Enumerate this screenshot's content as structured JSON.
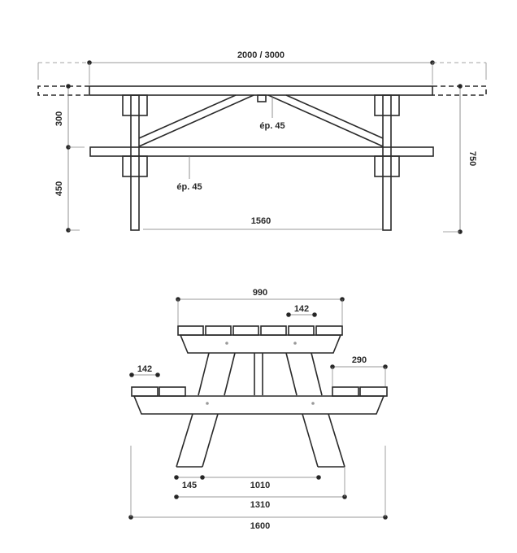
{
  "side_view": {
    "overall_length": "2000 / 3000",
    "leg_spacing": "1560",
    "top_to_seat_height": "300",
    "seat_height": "450",
    "total_height": "750",
    "brace_thickness_label": "ép. 45",
    "seat_thickness_label": "ép. 45"
  },
  "end_view": {
    "top_width": "990",
    "top_board_width": "142",
    "seat_board_width": "142",
    "seat_width": "290",
    "foot_width": "145",
    "inner_foot_span": "1010",
    "outer_foot_span": "1310",
    "overall_width": "1600"
  },
  "colors": {
    "line": "#2a2a2a",
    "dim": "#555555",
    "background": "#ffffff"
  }
}
